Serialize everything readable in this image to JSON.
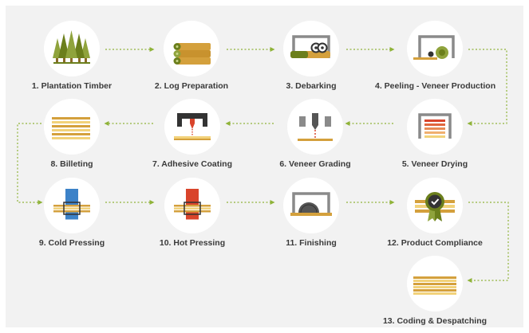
{
  "colors": {
    "background": "#f2f2f2",
    "circle": "#ffffff",
    "connector": "#8fb339",
    "label_text": "#3a3a3a",
    "green_dark": "#6b7f1c",
    "green": "#8fa33c",
    "wood": "#d4a03c",
    "wood_light": "#f2d27a",
    "gray": "#8a8a8a",
    "dark": "#333333",
    "red": "#d9442b",
    "blue": "#3c82c8"
  },
  "steps": [
    {
      "id": 1,
      "label": "1. Plantation Timber",
      "icon": "pine-trees-icon"
    },
    {
      "id": 2,
      "label": "2. Log Preparation",
      "icon": "log-pile-icon"
    },
    {
      "id": 3,
      "label": "3. Debarking",
      "icon": "debarking-machine-icon"
    },
    {
      "id": 4,
      "label": "4. Peeling - Veneer Production",
      "icon": "veneer-peeling-icon"
    },
    {
      "id": 5,
      "label": "5. Veneer Drying",
      "icon": "veneer-dryer-icon"
    },
    {
      "id": 6,
      "label": "6. Veneer Grading",
      "icon": "laser-grading-icon"
    },
    {
      "id": 7,
      "label": "7. Adhesive Coating",
      "icon": "glue-spreader-icon"
    },
    {
      "id": 8,
      "label": "8. Billeting",
      "icon": "veneer-stack-icon"
    },
    {
      "id": 9,
      "label": "9. Cold Pressing",
      "icon": "cold-press-icon"
    },
    {
      "id": 10,
      "label": "10. Hot Pressing",
      "icon": "hot-press-icon"
    },
    {
      "id": 11,
      "label": "11. Finishing",
      "icon": "saw-blade-icon"
    },
    {
      "id": 12,
      "label": "12. Product Compliance",
      "icon": "certification-badge-icon"
    },
    {
      "id": 13,
      "label": "13. Coding & Despatching",
      "icon": "finished-boards-icon"
    }
  ]
}
